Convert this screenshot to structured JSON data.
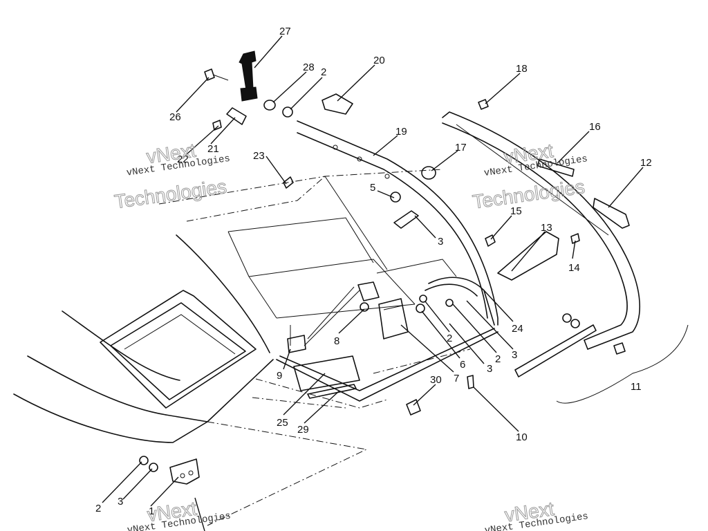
{
  "watermark": {
    "line1": "vNext Technologies",
    "line2": "vNext",
    "line3": "Technologies"
  },
  "callouts": {
    "c27": "27",
    "c28": "28",
    "c2a": "2",
    "c20": "20",
    "c18": "18",
    "c26": "26",
    "c16": "16",
    "c19": "19",
    "c17": "17",
    "c21": "21",
    "c22": "22",
    "c23": "23",
    "c12": "12",
    "c5": "5",
    "c15": "15",
    "c3a": "3",
    "c13": "13",
    "c14": "14",
    "c24": "24",
    "c8": "8",
    "c2b": "2",
    "c2c": "2",
    "c3b": "3",
    "c6": "6",
    "c3c": "3",
    "c7": "7",
    "c9": "9",
    "c11": "11",
    "c30": "30",
    "c25": "25",
    "c29": "29",
    "c10": "10",
    "c2d": "2",
    "c3d": "3",
    "c1": "1"
  }
}
